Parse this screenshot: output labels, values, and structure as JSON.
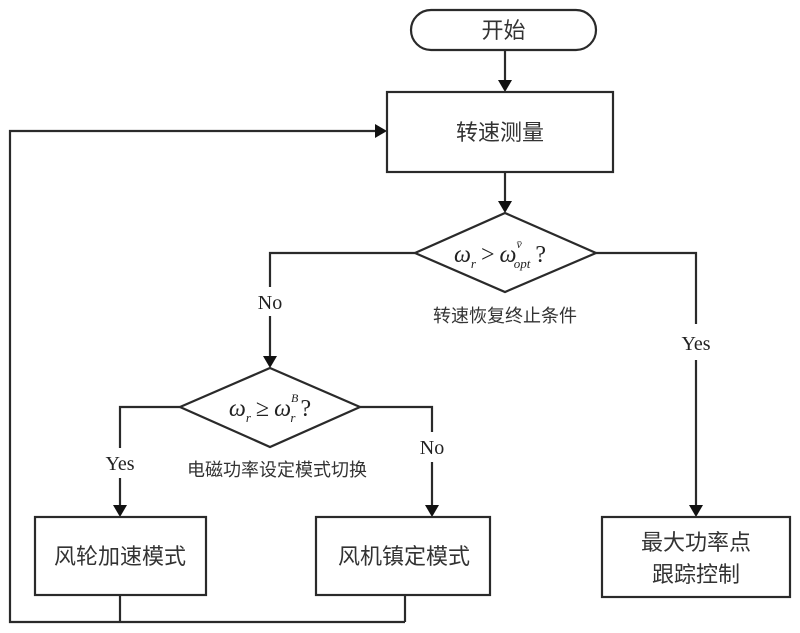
{
  "diagram": {
    "type": "flowchart",
    "nodes": {
      "start": {
        "label": "开始",
        "shape": "terminal"
      },
      "measure": {
        "label": "转速测量",
        "shape": "process"
      },
      "decision1": {
        "shape": "decision",
        "condition": {
          "var": "ω",
          "var_sub": "r",
          "op": ">",
          "rhs": "ω",
          "rhs_sup": "v̄",
          "rhs_sub": "opt",
          "q": "?"
        },
        "caption": "转速恢复终止条件"
      },
      "decision2": {
        "shape": "decision",
        "condition": {
          "var": "ω",
          "var_sub": "r",
          "op": "≥",
          "rhs": "ω",
          "rhs_sup": "B",
          "rhs_sub": "r",
          "q": "?"
        },
        "caption": "电磁功率设定模式切换"
      },
      "rotor_accel": {
        "label": "风轮加速模式",
        "shape": "process"
      },
      "turbine_stable": {
        "label": "风机镇定模式",
        "shape": "process"
      },
      "mppt": {
        "label_line1": "最大功率点",
        "label_line2": "跟踪控制",
        "shape": "process"
      }
    },
    "edges": {
      "d1_no": "No",
      "d1_yes": "Yes",
      "d2_yes": "Yes",
      "d2_no": "No"
    }
  }
}
